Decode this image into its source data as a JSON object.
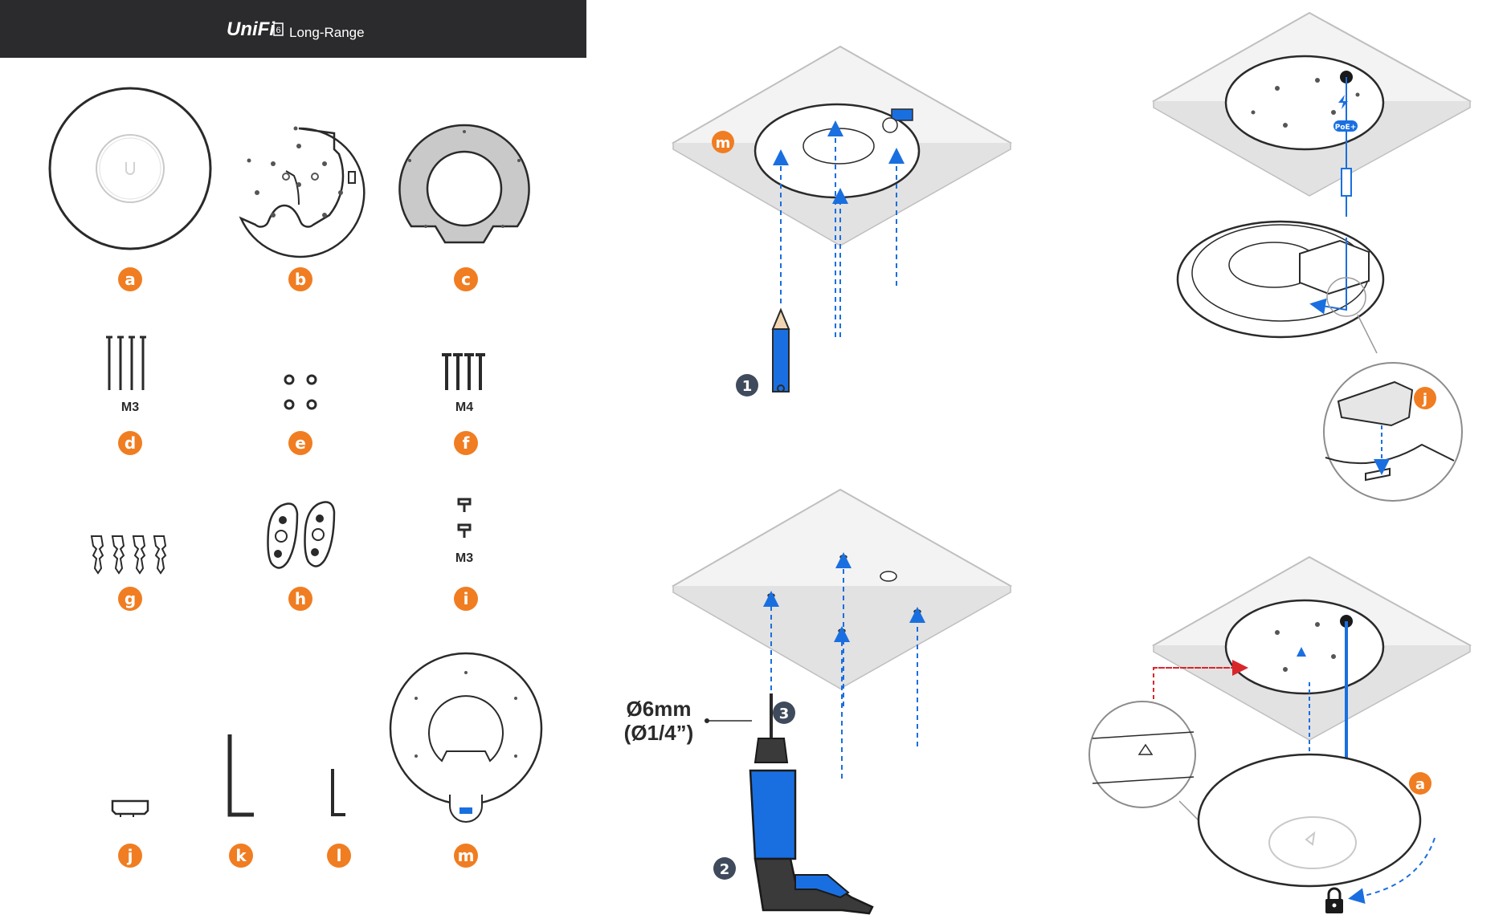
{
  "header": {
    "brand": "UniFi",
    "model_badge": "6",
    "product": "Long-Range",
    "colors": {
      "bar": "#2b2b2d",
      "text": "#ffffff"
    }
  },
  "colors": {
    "accent_orange": "#f07d21",
    "step_badge": "#3f4b5c",
    "blue": "#1a6fe0",
    "red": "#d9262b",
    "outline": "#2a2a2a"
  },
  "components": [
    {
      "letter": "a",
      "caption": ""
    },
    {
      "letter": "b",
      "caption": ""
    },
    {
      "letter": "c",
      "caption": ""
    },
    {
      "letter": "d",
      "caption": "M3"
    },
    {
      "letter": "e",
      "caption": ""
    },
    {
      "letter": "f",
      "caption": "M4"
    },
    {
      "letter": "g",
      "caption": ""
    },
    {
      "letter": "h",
      "caption": ""
    },
    {
      "letter": "i",
      "caption": "M3"
    },
    {
      "letter": "j",
      "caption": ""
    },
    {
      "letter": "k",
      "caption": ""
    },
    {
      "letter": "l",
      "caption": ""
    },
    {
      "letter": "m",
      "caption": ""
    }
  ],
  "steps": {
    "step1": "1",
    "step2": "2",
    "step3": "3"
  },
  "drill_spec": {
    "metric": "Ø6mm",
    "imperial": "(Ø1/4”)"
  },
  "callouts": {
    "template_letter": "m",
    "latch_letter": "j",
    "device_letter": "a",
    "poe_label": "PoE+"
  },
  "icons": [
    "pencil-icon",
    "drill-icon",
    "lock-icon",
    "lightning-icon"
  ]
}
